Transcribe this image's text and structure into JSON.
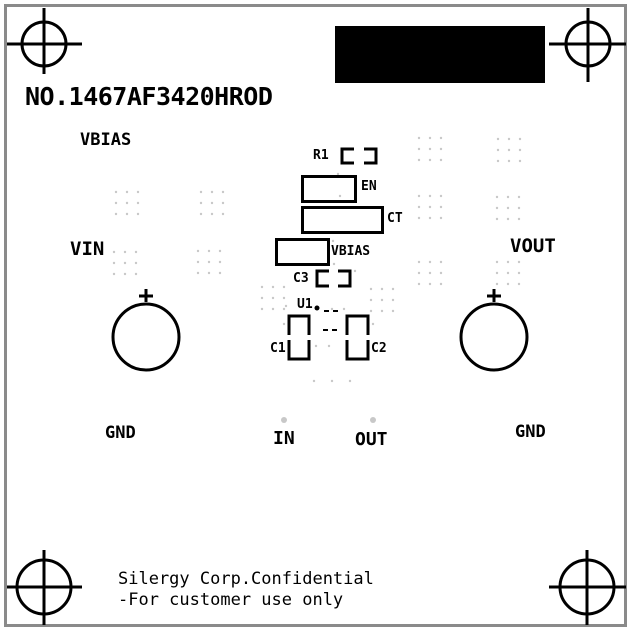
{
  "board": {
    "part_number": "NO.1467AF3420HROD",
    "border_color": "#8a8a8a",
    "silkscreen_color": "#000000",
    "via_color": "#c8c8c8"
  },
  "labels": {
    "vbias_top": "VBIAS",
    "vin": "VIN",
    "vout": "VOUT",
    "gnd_left": "GND",
    "gnd_right": "GND",
    "in": "IN",
    "out": "OUT",
    "r1": "R1",
    "en": "EN",
    "ct": "CT",
    "vbias_mid": "VBIAS",
    "c3": "C3",
    "u1": "U1",
    "c1": "C1",
    "c2": "C2",
    "plus_left": "+",
    "plus_right": "+"
  },
  "footer": {
    "line1": "Silergy Corp.Confidential",
    "line2": "-For customer use only"
  },
  "icons": {
    "fiducial": "crosshair-circle",
    "terminal": "circle-pad",
    "redaction": "black-rectangle"
  }
}
